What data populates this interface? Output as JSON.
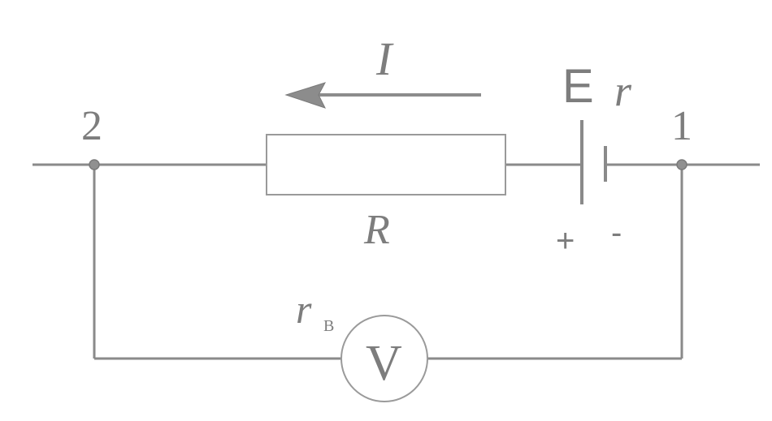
{
  "labels": {
    "current": "I",
    "emf": "E",
    "internal_resistance": "r",
    "node_left": "2",
    "node_right": "1",
    "resistor": "R",
    "plus": "+",
    "minus": "-",
    "voltmeter_resistance": "r",
    "voltmeter_resistance_sub": "B",
    "voltmeter": "V"
  },
  "colors": {
    "wire": "#8a8a8a",
    "text": "#7d7d7d",
    "arrow": "#8c8c8c"
  }
}
